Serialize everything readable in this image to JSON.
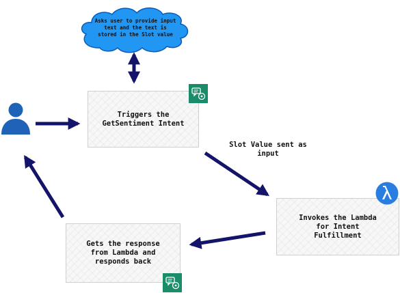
{
  "cloud": {
    "text": "Asks user to provide input\ntext and the text is\nstored in the Slot value",
    "fill_color": "#2196f3",
    "outline_color": "#0b5bb5"
  },
  "nodes": {
    "trigger": {
      "text": "Triggers the\nGetSentiment Intent",
      "icon": "lex-chatbot-icon"
    },
    "lambda": {
      "text": "Invokes the Lambda\nfor Intent\nFulfillment",
      "icon": "lambda-icon"
    },
    "response": {
      "text": "Gets the response\nfrom Lambda and\nresponds back",
      "icon": "lex-chatbot-icon"
    }
  },
  "edges": {
    "slot_value": {
      "label": "Slot Value sent as\ninput"
    }
  },
  "user": {
    "icon": "user-icon"
  },
  "colors": {
    "arrow": "#14146b",
    "user": "#1f63b8",
    "lex_icon_bg": "#1a8c6a",
    "lambda_icon_bg": "#2a7de1",
    "box_border": "#cfcfcf"
  }
}
